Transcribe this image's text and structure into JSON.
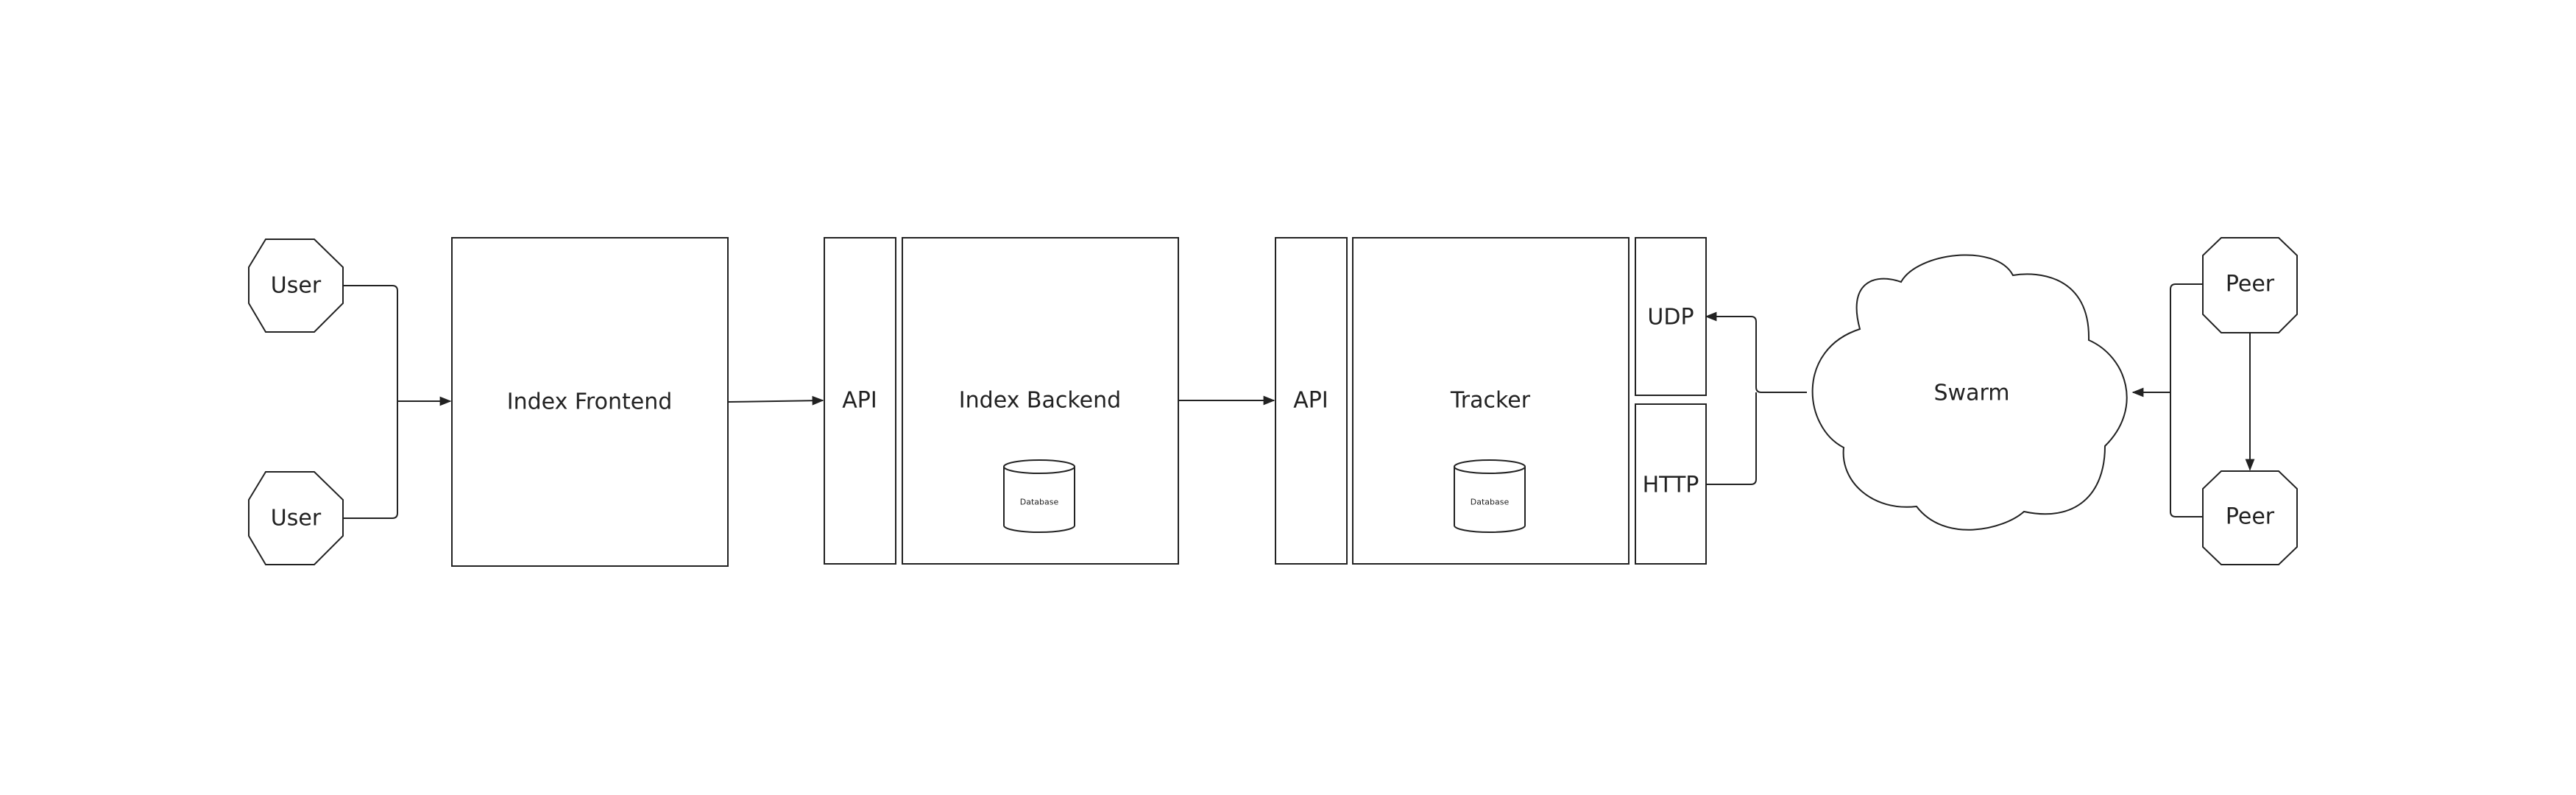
{
  "diagram": {
    "nodes": {
      "user_top": "User",
      "user_bottom": "User",
      "index_frontend": "Index Frontend",
      "api_backend": "API",
      "index_backend": "Index Backend",
      "db_backend": "Database",
      "api_tracker": "API",
      "tracker": "Tracker",
      "db_tracker": "Database",
      "udp": "UDP",
      "http": "HTTP",
      "swarm": "Swarm",
      "peer_top": "Peer",
      "peer_bottom": "Peer"
    },
    "edges": [
      {
        "from": "User",
        "to": "Index Frontend"
      },
      {
        "from": "User",
        "to": "Index Frontend"
      },
      {
        "from": "Index Frontend",
        "to": "API"
      },
      {
        "from": "Index Backend",
        "to": "API"
      },
      {
        "from": "Swarm",
        "to": "UDP"
      },
      {
        "from": "HTTP",
        "to": "Swarm"
      },
      {
        "from": "Peer",
        "to": "Swarm"
      },
      {
        "from": "Peer",
        "to": "Swarm"
      },
      {
        "from": "Peer",
        "to": "Peer"
      }
    ]
  }
}
